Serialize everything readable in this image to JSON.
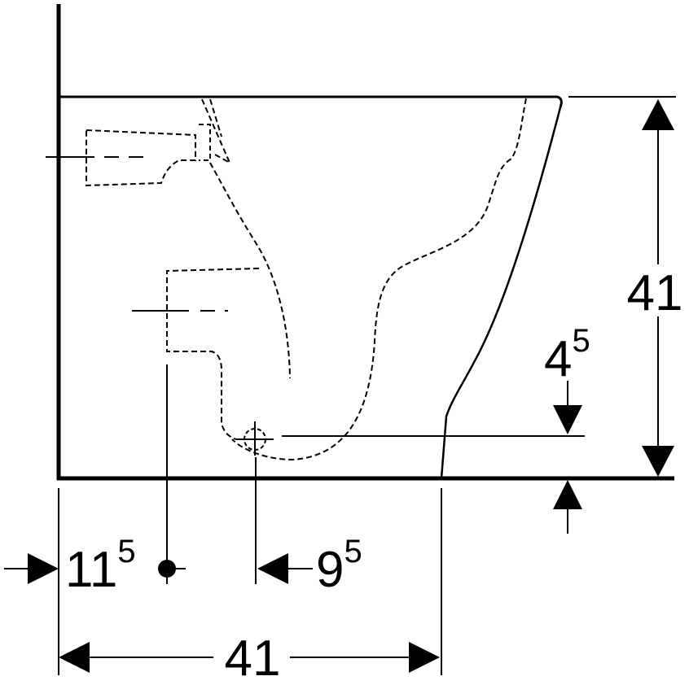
{
  "diagram": {
    "colors": {
      "ink": "#000000",
      "paper": "#ffffff"
    },
    "dimensions": {
      "height": {
        "value": "41"
      },
      "outlet_height": {
        "base": "4",
        "sup": "5"
      },
      "wall_to_waste": {
        "base": "11",
        "sup": "5"
      },
      "waste_to_outlet": {
        "base": "9",
        "sup": "5"
      },
      "depth": {
        "value": "41"
      }
    }
  }
}
